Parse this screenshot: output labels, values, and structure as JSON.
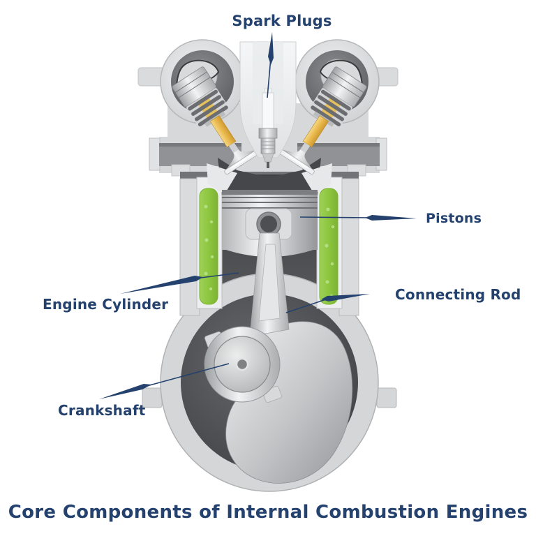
{
  "diagram": {
    "title": "Core Components of Internal Combustion Engines",
    "labels": {
      "spark_plugs": "Spark Plugs",
      "pistons": "Pistons",
      "engine_cylinder": "Engine Cylinder",
      "connecting_rod": "Connecting Rod",
      "crankshaft": "Crankshaft"
    },
    "colors": {
      "label_text": "#24426d",
      "leader_line": "#24426d",
      "coolant_green": "#8dc63f",
      "valve_stem_yellow": "#e9b84d",
      "engine_light_gray": "#d6d8da",
      "engine_dark_gray": "#4a4b4e",
      "background": "#ffffff"
    }
  }
}
